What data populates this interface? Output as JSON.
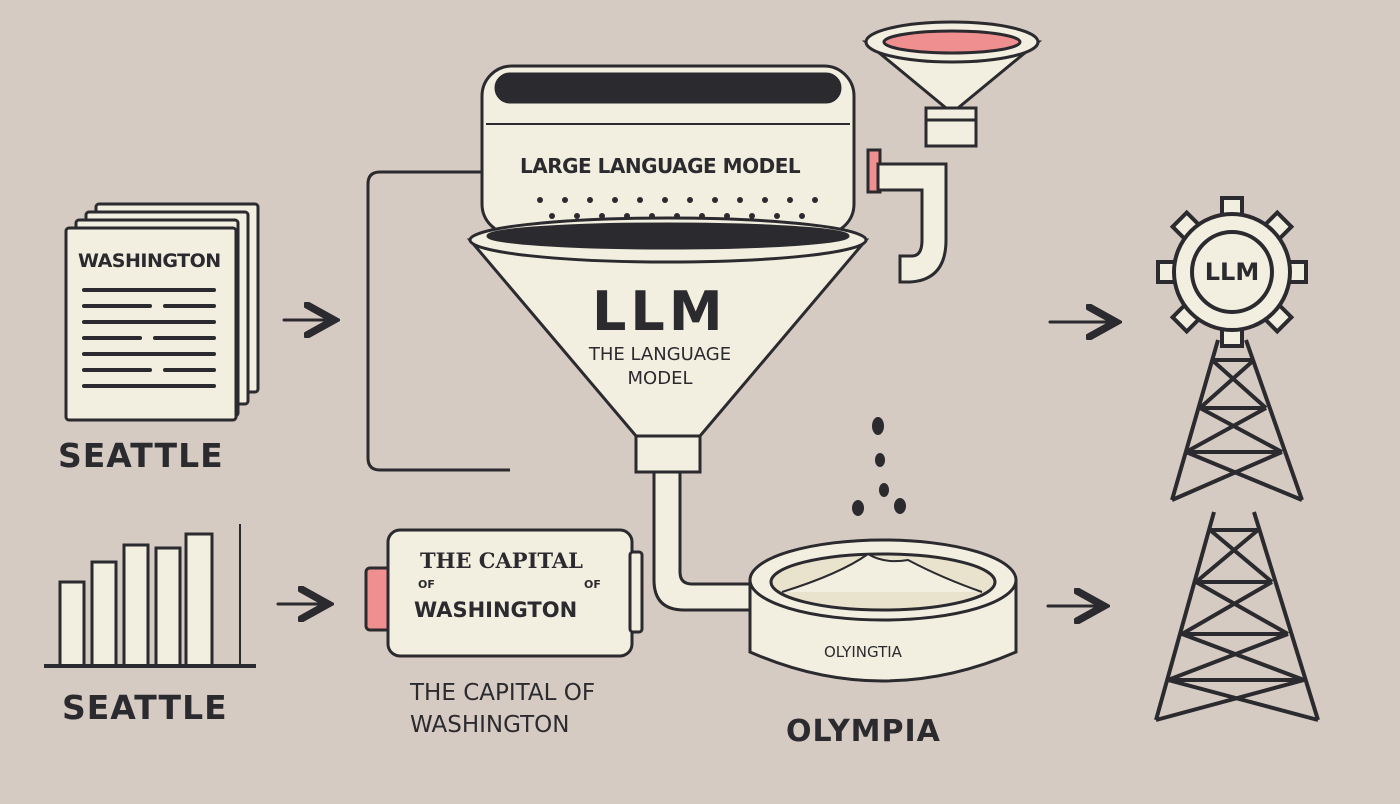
{
  "labels": {
    "doc_title": "WASHINGTON",
    "seattle_top": "SEATTLE",
    "seattle_bottom": "SEATTLE",
    "machine_title": "LARGE LANGUAGE MODEL",
    "funnel_title": "LLM",
    "funnel_subtitle_1": "THE LANGUAGE",
    "funnel_subtitle_2": "MODEL",
    "capsule_line_1": "THE CAPITAL",
    "capsule_line_2": "OF",
    "capsule_line_3": "OF",
    "capsule_line_4": "WASHINGTON",
    "caption_line_1": "THE CAPITAL OF",
    "caption_line_2": "WASHINGTON",
    "dish_label": "OLYINGTIA",
    "olympia": "OLYMPIA",
    "gear_label": "LLM"
  },
  "colors": {
    "background": "#d6cbc3",
    "stroke": "#2b2a2e",
    "paper": "#f3efe0",
    "accent_pink": "#f08f8f"
  },
  "icons": [
    "document-stack-icon",
    "bar-chart-icon",
    "arrow-right-icon",
    "funnel-icon",
    "gear-icon",
    "tower-icon",
    "capsule-icon",
    "dish-icon",
    "droplet-icon"
  ]
}
